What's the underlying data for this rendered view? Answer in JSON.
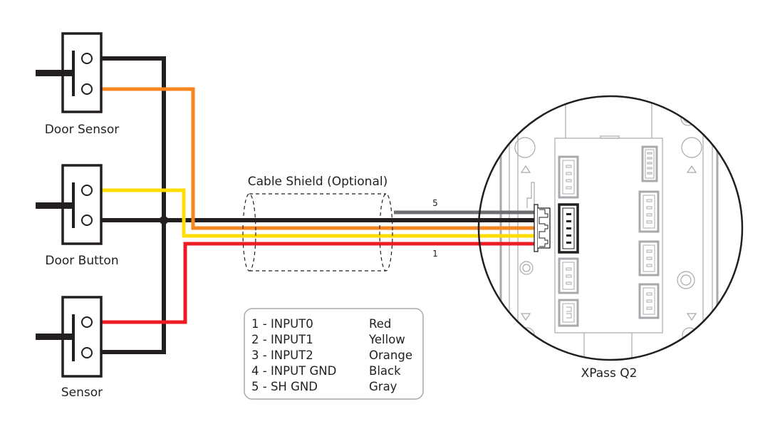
{
  "devices": [
    {
      "id": "door-sensor",
      "label": "Door Sensor"
    },
    {
      "id": "door-button",
      "label": "Door Button"
    },
    {
      "id": "sensor",
      "label": "Sensor"
    }
  ],
  "cable_shield": {
    "label": "Cable Shield (Optional)"
  },
  "pin_markers": {
    "top": "5",
    "bottom": "1"
  },
  "controller": {
    "label": "XPass Q2"
  },
  "legend": {
    "rows": [
      {
        "pin": "1 - INPUT0",
        "color_name": "Red"
      },
      {
        "pin": "2 - INPUT1",
        "color_name": "Yellow"
      },
      {
        "pin": "3 - INPUT2",
        "color_name": "Orange"
      },
      {
        "pin": "4 - INPUT GND",
        "color_name": "Black"
      },
      {
        "pin": "5 - SH GND",
        "color_name": "Gray"
      }
    ]
  },
  "wire_colors": {
    "red": "#ed1c24",
    "yellow": "#ffdd00",
    "orange": "#f7861e",
    "black": "#231f20",
    "gray": "#6d6e71"
  }
}
